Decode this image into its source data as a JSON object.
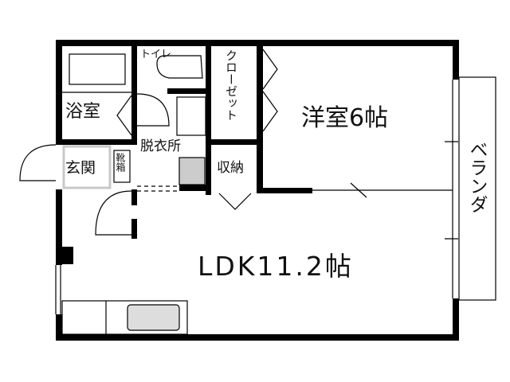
{
  "floorplan": {
    "rooms": {
      "toilet": "トイレ",
      "closet": "クローゼット",
      "western_room": "洋室6帖",
      "bathroom": "浴室",
      "dressing_room": "脱衣所",
      "shoe_box": "靴箱",
      "entrance": "玄関",
      "storage": "収納",
      "balcony": "ベランダ",
      "ldk": "LDK11.2帖"
    },
    "colors": {
      "wall": "#000000",
      "entrance_floor": "#c8c8c8"
    }
  }
}
